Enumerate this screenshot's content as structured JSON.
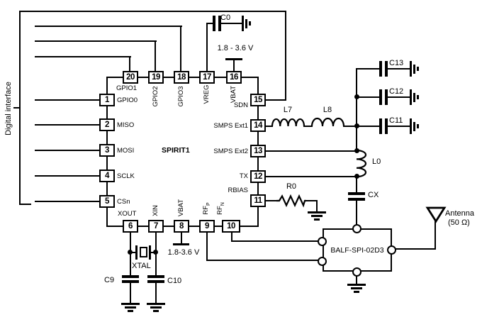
{
  "diagram": {
    "bracket_label": "Digital interface",
    "chip": {
      "name": "SPIRIT1",
      "pins": [
        {
          "num": "1",
          "label": "GPIO0"
        },
        {
          "num": "2",
          "label": "MISO"
        },
        {
          "num": "3",
          "label": "MOSI"
        },
        {
          "num": "4",
          "label": "SCLK"
        },
        {
          "num": "5",
          "label": "CSn"
        },
        {
          "num": "6",
          "label": "XOUT"
        },
        {
          "num": "7",
          "label": "XIN"
        },
        {
          "num": "8",
          "label": "VBAT"
        },
        {
          "num": "9",
          "label": "RF",
          "sub": "P"
        },
        {
          "num": "10",
          "label": "RF",
          "sub": "N"
        },
        {
          "num": "11",
          "label": "RBIAS"
        },
        {
          "num": "12",
          "label": "TX"
        },
        {
          "num": "13",
          "label": "SMPS Ext2"
        },
        {
          "num": "14",
          "label": "SMPS Ext1"
        },
        {
          "num": "15",
          "label": "SDN"
        },
        {
          "num": "16",
          "label": "VBAT"
        },
        {
          "num": "17",
          "label": "VREG"
        },
        {
          "num": "18",
          "label": "GPIO3"
        },
        {
          "num": "19",
          "label": "GPIO2"
        },
        {
          "num": "20",
          "label": "GPIO1"
        }
      ]
    },
    "supplies": {
      "top": "1.8 - 3.6 V",
      "bottom": "1.8-3.6 V"
    },
    "capacitors": {
      "c0": "C0",
      "c9": "C9",
      "c10": "C10",
      "c11": "C11",
      "c12": "C12",
      "c13": "C13",
      "cx": "CX"
    },
    "inductors": {
      "l0": "L0",
      "l7": "L7",
      "l8": "L8"
    },
    "resistors": {
      "r0": "R0"
    },
    "crystal": "XTAL",
    "balun": "BALF-SPI-02D3",
    "antenna": {
      "label": "Antenna",
      "impedance": "(50 Ω)"
    },
    "colors": {
      "line": "#000000",
      "background": "#ffffff"
    }
  }
}
